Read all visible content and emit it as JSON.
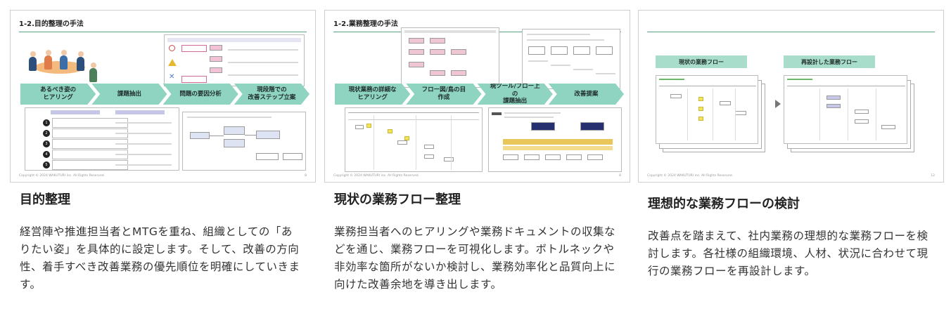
{
  "cards": [
    {
      "slide_title": "1-2.目的整理の手法",
      "steps": [
        "あるべき姿の\nヒアリング",
        "課題抽出",
        "問題の要因分析",
        "現段階での\n改善ステップ立案"
      ],
      "copyright": "Copyright © 2024 WAKUTURI inc. All Rights Reserved.",
      "page": "8",
      "heading": "目的整理",
      "description": "経営陣や推進担当者とMTGを重ね、組織としての「ありたい姿」を具体的に設定します。そして、改善の方向性、着手すべき改善業務の優先順位を明確にしていきます。"
    },
    {
      "slide_title": "1-2.業務整理の手法",
      "steps": [
        "現状業務の詳細な\nヒアリング",
        "フロー図/鳥の目\n作成",
        "現ツール/フロー上の\n課題抽出",
        "改善提案"
      ],
      "copyright": "Copyright © 2024 WAKUTURI inc. All Rights Reserved.",
      "page": "8",
      "heading": "現状の業務フロー整理",
      "description": "業務担当者へのヒアリングや業務ドキュメントの収集などを通じ、業務フローを可視化します。ボトルネックや非効率な箇所がないか検討し、業務効率化と品質向上に向けた改善余地を導き出します。"
    },
    {
      "slide_title": "",
      "labels": [
        "現状の業務フロー",
        "再設計した業務フロー"
      ],
      "copyright": "Copyright © 2024 WAKUTURI inc. All Rights Reserved.",
      "page": "12",
      "heading": "理想的な業務フローの検討",
      "description": "改善点を踏まえて、社内業務の理想的な業務フローを検討します。各社様の組織環境、人材、状況に合わせて現行の業務フローを再設計します。"
    }
  ],
  "colors": {
    "accent": "#8fd3c1",
    "rule": "#5aa37c",
    "label_bg": "#a8dccb"
  }
}
